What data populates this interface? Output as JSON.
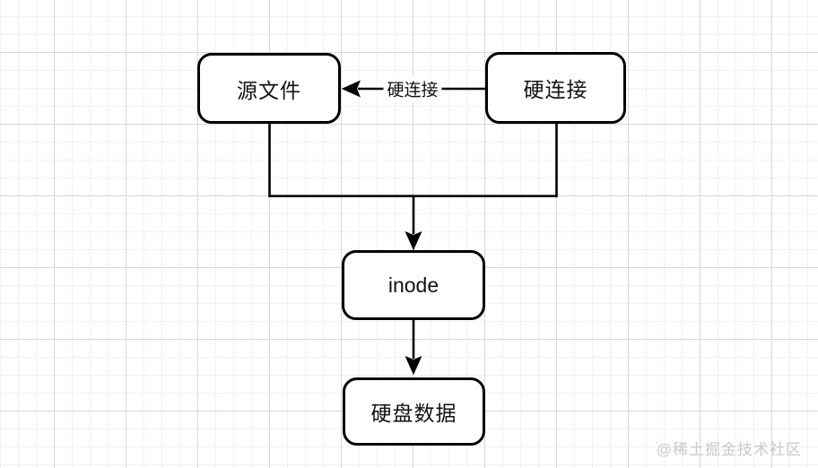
{
  "diagram": {
    "nodes": [
      {
        "id": "source-file",
        "label": "源文件"
      },
      {
        "id": "hard-link",
        "label": "硬连接"
      },
      {
        "id": "inode",
        "label": "inode"
      },
      {
        "id": "disk-data",
        "label": "硬盘数据"
      }
    ],
    "edges": [
      {
        "from": "hard-link",
        "to": "source-file",
        "label": "硬连接",
        "direction": "left"
      },
      {
        "from": "source-file",
        "to": "inode",
        "label": "",
        "direction": "down"
      },
      {
        "from": "hard-link",
        "to": "inode",
        "label": "",
        "direction": "down"
      },
      {
        "from": "inode",
        "to": "disk-data",
        "label": "",
        "direction": "down"
      }
    ],
    "stroke_color": "#000000",
    "node_fill": "#ffffff",
    "grid_minor_color": "#f2f2f2",
    "grid_major_color": "#d6d6d6"
  },
  "watermark": {
    "text": "@稀土掘金技术社区",
    "color": "#c9c9c9"
  }
}
